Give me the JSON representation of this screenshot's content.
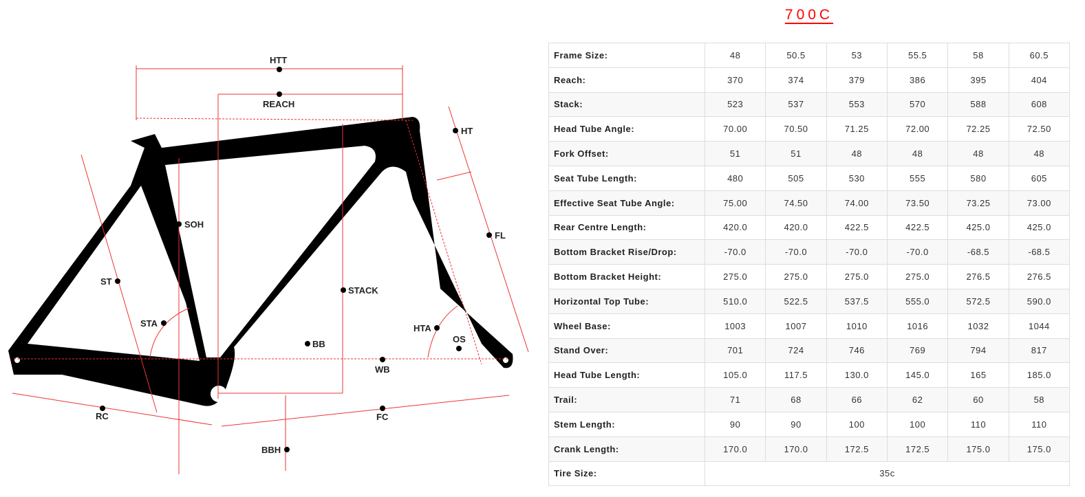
{
  "title": "700C",
  "diagram_labels": {
    "htt": "HTT",
    "reach": "REACH",
    "ht": "HT",
    "soh": "SOH",
    "fl": "FL",
    "st": "ST",
    "stack": "STACK",
    "sta": "STA",
    "hta": "HTA",
    "bb": "BB",
    "os": "OS",
    "wb": "WB",
    "rc": "RC",
    "fc": "FC",
    "bbh": "BBH"
  },
  "table": {
    "rows": [
      {
        "label": "Frame Size:",
        "values": [
          "48",
          "50.5",
          "53",
          "55.5",
          "58",
          "60.5"
        ]
      },
      {
        "label": "Reach:",
        "values": [
          "370",
          "374",
          "379",
          "386",
          "395",
          "404"
        ]
      },
      {
        "label": "Stack:",
        "values": [
          "523",
          "537",
          "553",
          "570",
          "588",
          "608"
        ]
      },
      {
        "label": "Head Tube Angle:",
        "values": [
          "70.00",
          "70.50",
          "71.25",
          "72.00",
          "72.25",
          "72.50"
        ]
      },
      {
        "label": "Fork Offset:",
        "values": [
          "51",
          "51",
          "48",
          "48",
          "48",
          "48"
        ]
      },
      {
        "label": "Seat Tube Length:",
        "values": [
          "480",
          "505",
          "530",
          "555",
          "580",
          "605"
        ]
      },
      {
        "label": "Effective Seat Tube Angle:",
        "values": [
          "75.00",
          "74.50",
          "74.00",
          "73.50",
          "73.25",
          "73.00"
        ]
      },
      {
        "label": "Rear Centre Length:",
        "values": [
          "420.0",
          "420.0",
          "422.5",
          "422.5",
          "425.0",
          "425.0"
        ]
      },
      {
        "label": "Bottom Bracket Rise/Drop:",
        "values": [
          "-70.0",
          "-70.0",
          "-70.0",
          "-70.0",
          "-68.5",
          "-68.5"
        ]
      },
      {
        "label": "Bottom Bracket Height:",
        "values": [
          "275.0",
          "275.0",
          "275.0",
          "275.0",
          "276.5",
          "276.5"
        ]
      },
      {
        "label": "Horizontal Top Tube:",
        "values": [
          "510.0",
          "522.5",
          "537.5",
          "555.0",
          "572.5",
          "590.0"
        ]
      },
      {
        "label": "Wheel Base:",
        "values": [
          "1003",
          "1007",
          "1010",
          "1016",
          "1032",
          "1044"
        ]
      },
      {
        "label": "Stand Over:",
        "values": [
          "701",
          "724",
          "746",
          "769",
          "794",
          "817"
        ]
      },
      {
        "label": "Head Tube Length:",
        "values": [
          "105.0",
          "117.5",
          "130.0",
          "145.0",
          "165",
          "185.0"
        ]
      },
      {
        "label": "Trail:",
        "values": [
          "71",
          "68",
          "66",
          "62",
          "60",
          "58"
        ]
      },
      {
        "label": "Stem Length:",
        "values": [
          "90",
          "90",
          "100",
          "100",
          "110",
          "110"
        ]
      },
      {
        "label": "Crank Length:",
        "values": [
          "170.0",
          "170.0",
          "172.5",
          "172.5",
          "175.0",
          "175.0"
        ]
      }
    ],
    "tire": {
      "label": "Tire Size:",
      "value": "35c"
    }
  }
}
